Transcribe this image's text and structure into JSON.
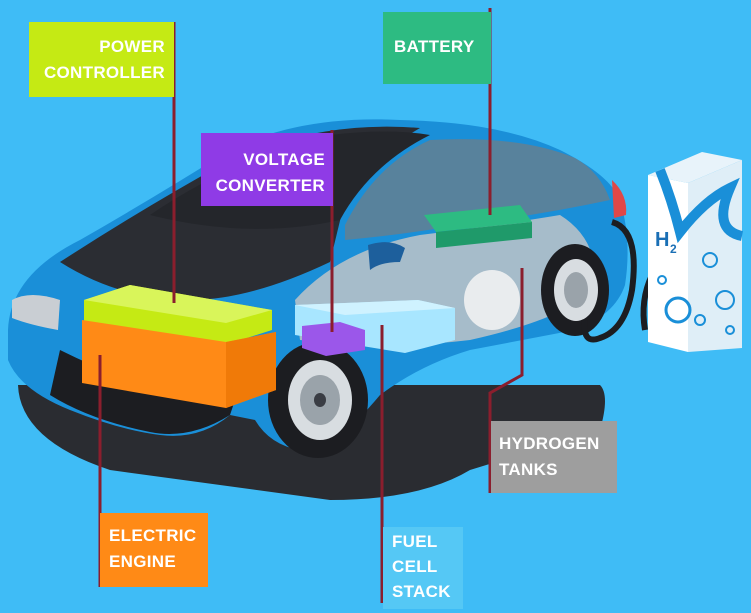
{
  "labels": {
    "power_controller": [
      "POWER",
      "CONTROLLER"
    ],
    "battery": [
      "BATTERY"
    ],
    "voltage_converter": [
      "VOLTAGE",
      "CONVERTER"
    ],
    "hydrogen_tanks": [
      "HYDROGEN",
      "TANKS"
    ],
    "electric_engine": [
      "ELECTRIC",
      "ENGINE"
    ],
    "fuel_cell_stack": [
      "FUEL",
      "CELL",
      "STACK"
    ]
  },
  "station": {
    "symbol": "H",
    "subscript": "2"
  },
  "colors": {
    "background": "#3fbcf6",
    "car_body": "#1a8fd8",
    "car_dark": "#2b2d33",
    "leader_line": "#8b1e2d",
    "power_controller": "#c5ea14",
    "battery": "#2dbb82",
    "voltage_converter": "#8f3be6",
    "hydrogen_tanks": "#9e9e9e",
    "electric_engine": "#ff8a16",
    "fuel_cell_stack": "#55c8f5"
  }
}
